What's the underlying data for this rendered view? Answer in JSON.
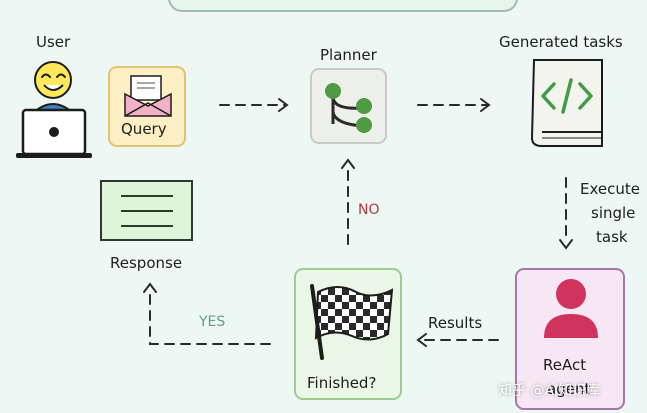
{
  "nodes": {
    "user": {
      "label": "User"
    },
    "query": {
      "label": "Query"
    },
    "planner": {
      "label": "Planner"
    },
    "generated_tasks": {
      "label": "Generated tasks"
    },
    "execute": {
      "lines": [
        "Execute",
        "single",
        "task"
      ]
    },
    "react": {
      "label": "ReAct",
      "sub": "agent"
    },
    "finished": {
      "label": "Finished?"
    },
    "response": {
      "label": "Response"
    }
  },
  "edges": {
    "no_label": "NO",
    "yes_label": "YES",
    "results_label": "Results"
  },
  "watermark": "知乎 @AI知识库",
  "colors": {
    "background": "#edf7f4",
    "planner_icon": "#4f9a42",
    "react_icon": "#d0345c",
    "yes_text": "#5e9f8d",
    "no_text": "#b33b3b"
  }
}
